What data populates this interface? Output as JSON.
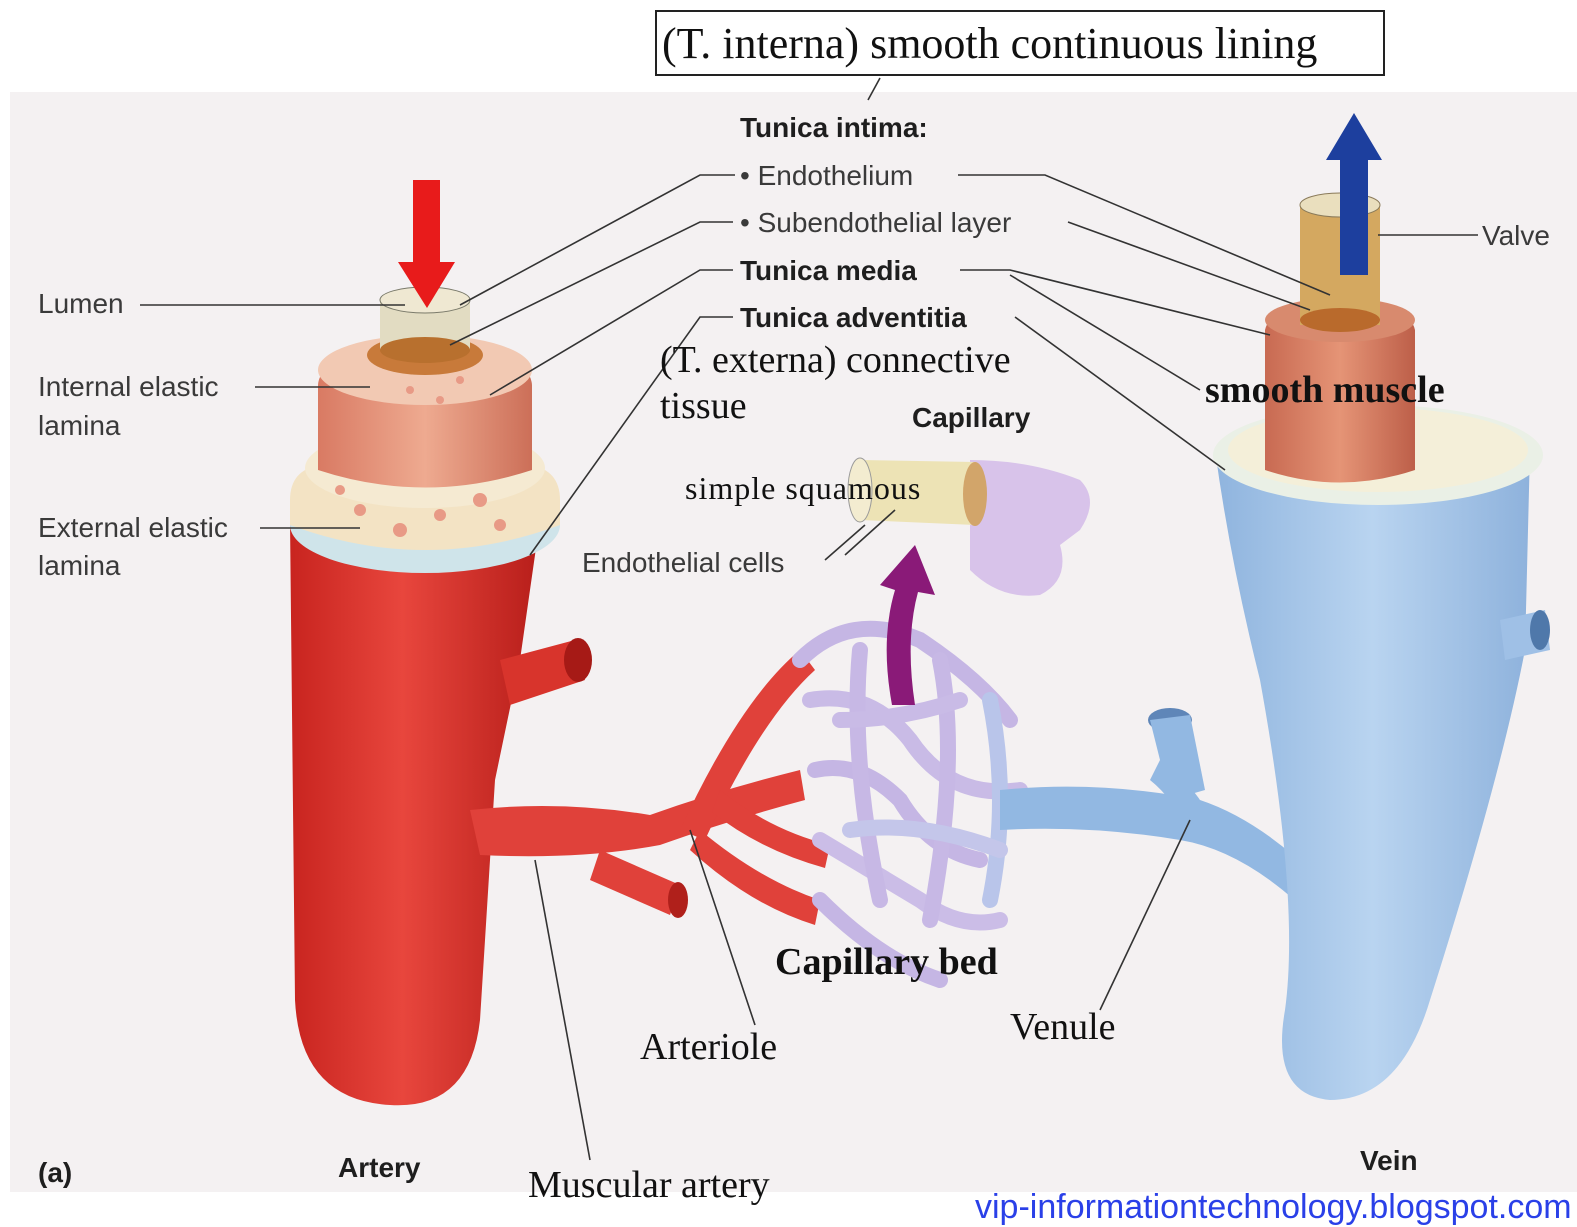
{
  "callout": {
    "text": "(T. interna) smooth continuous lining"
  },
  "labels": {
    "tunica_intima": "Tunica intima:",
    "endothelium": "• Endothelium",
    "subendothelial": "• Subendothelial layer",
    "tunica_media": "Tunica media",
    "tunica_adventitia": "Tunica adventitia",
    "t_externa": "(T. externa) connective",
    "tissue": "tissue",
    "capillary": "Capillary",
    "simple_squamous": "simple squamous",
    "endothelial_cells": "Endothelial cells",
    "lumen": "Lumen",
    "internal_elastic_1": "Internal elastic",
    "internal_elastic_2": "lamina",
    "external_elastic_1": "External elastic",
    "external_elastic_2": "lamina",
    "valve": "Valve",
    "smooth_muscle": "smooth muscle",
    "capillary_bed": "Capillary bed",
    "venule": "Venule",
    "arteriole": "Arteriole",
    "muscular_artery": "Muscular artery",
    "artery": "Artery",
    "vein": "Vein",
    "panel": "(a)"
  },
  "watermark": "vip-informationtechnology.blogspot.com",
  "colors": {
    "artery": "#e23a33",
    "vein": "#a9c9ea",
    "capillary_net": "#c9b8e6",
    "media": "#d9826a",
    "adventitia": "#f4e4c8",
    "arrow_down": "#e81b1b",
    "arrow_up": "#1d3f9e",
    "arrow_curve": "#8a1a78"
  }
}
